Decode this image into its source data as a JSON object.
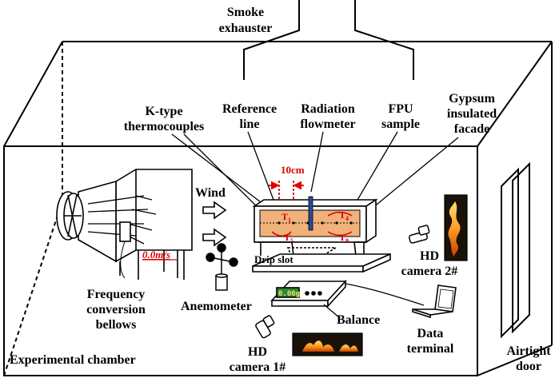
{
  "diagram": {
    "title_top": [
      "Smoke",
      "exhauster"
    ],
    "labels": {
      "k_type": [
        "K-type",
        "thermocouples"
      ],
      "reference_line": [
        "Reference",
        "line"
      ],
      "radiation_flowmeter": [
        "Radiation",
        "flowmeter"
      ],
      "fpu_sample": [
        "FPU",
        "sample"
      ],
      "gypsum": [
        "Gypsum",
        "insulated",
        "facade"
      ],
      "wind": "Wind",
      "spacing": "10cm",
      "speed": "0.0m/s",
      "t4": "T",
      "t4_sub": "4",
      "t9": "T",
      "t9_sub": "9",
      "t5": "T",
      "t5_sub": "5",
      "t1": "T",
      "t1_sub": "1",
      "drip_slot": "Drip slot",
      "balance_readout": "0.00g",
      "hd_camera_2": [
        "HD",
        "camera 2#"
      ],
      "frequency_bellows": [
        "Frequency",
        "conversion",
        "bellows"
      ],
      "anemometer": "Anemometer",
      "balance": "Balance",
      "data_terminal": [
        "Data",
        "terminal"
      ],
      "hd_camera_1": [
        "HD",
        "camera 1#"
      ],
      "experimental_chamber": "Experimental chamber",
      "airtight_door": [
        "Airtight",
        "door"
      ]
    },
    "colors": {
      "line": "#000000",
      "accent_red": "#e00000",
      "sample_orange": "#f0b27a",
      "screen_green": "#2a8a3a",
      "flame_dark": "#1a1208",
      "flame_bright": "#ffb020"
    }
  }
}
